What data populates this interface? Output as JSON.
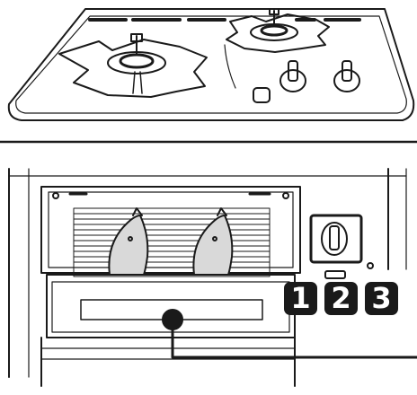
{
  "steps": {
    "step1": "1",
    "step2": "2",
    "step3": "3"
  },
  "colors": {
    "line": "#1a1a1a",
    "badge": "#1a1a1a",
    "badge_text": "#ffffff",
    "background": "#ffffff",
    "fish": "#d9d9d9"
  }
}
